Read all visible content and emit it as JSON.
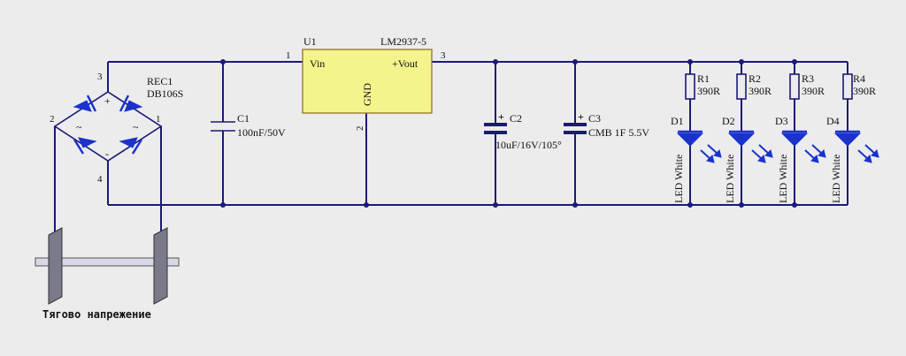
{
  "regulator": {
    "designator": "U1",
    "part": "LM2937-5",
    "pin_in": "Vin",
    "pin_out": "+Vout",
    "pin_gnd": "GND",
    "pin1": "1",
    "pin2": "2",
    "pin3": "3",
    "fill": "#f4f48c"
  },
  "bridge": {
    "designator": "REC1",
    "part": "DB106S",
    "pin1": "1",
    "pin2": "2",
    "pin3": "3",
    "pin4": "4",
    "plus": "+",
    "minus": "-",
    "ac1": "~",
    "ac2": "~"
  },
  "capacitors": [
    {
      "designator": "C1",
      "value": "100nF/50V"
    },
    {
      "designator": "C2",
      "value": "10uF/16V/105°"
    },
    {
      "designator": "C3",
      "value": "CMB 1F 5.5V"
    }
  ],
  "resistors": [
    {
      "designator": "R1",
      "value": "390R"
    },
    {
      "designator": "R2",
      "value": "390R"
    },
    {
      "designator": "R3",
      "value": "390R"
    },
    {
      "designator": "R4",
      "value": "390R"
    }
  ],
  "leds": [
    {
      "designator": "D1",
      "value": "LED White"
    },
    {
      "designator": "D2",
      "value": "LED White"
    },
    {
      "designator": "D3",
      "value": "LED White"
    },
    {
      "designator": "D4",
      "value": "LED White"
    }
  ],
  "wheelset_label": "Тягово напрежение",
  "colors": {
    "wire": "#1a1a7a",
    "diode": "#1a33cc",
    "background": "#ececec",
    "wheel": "#7a7a8a"
  }
}
